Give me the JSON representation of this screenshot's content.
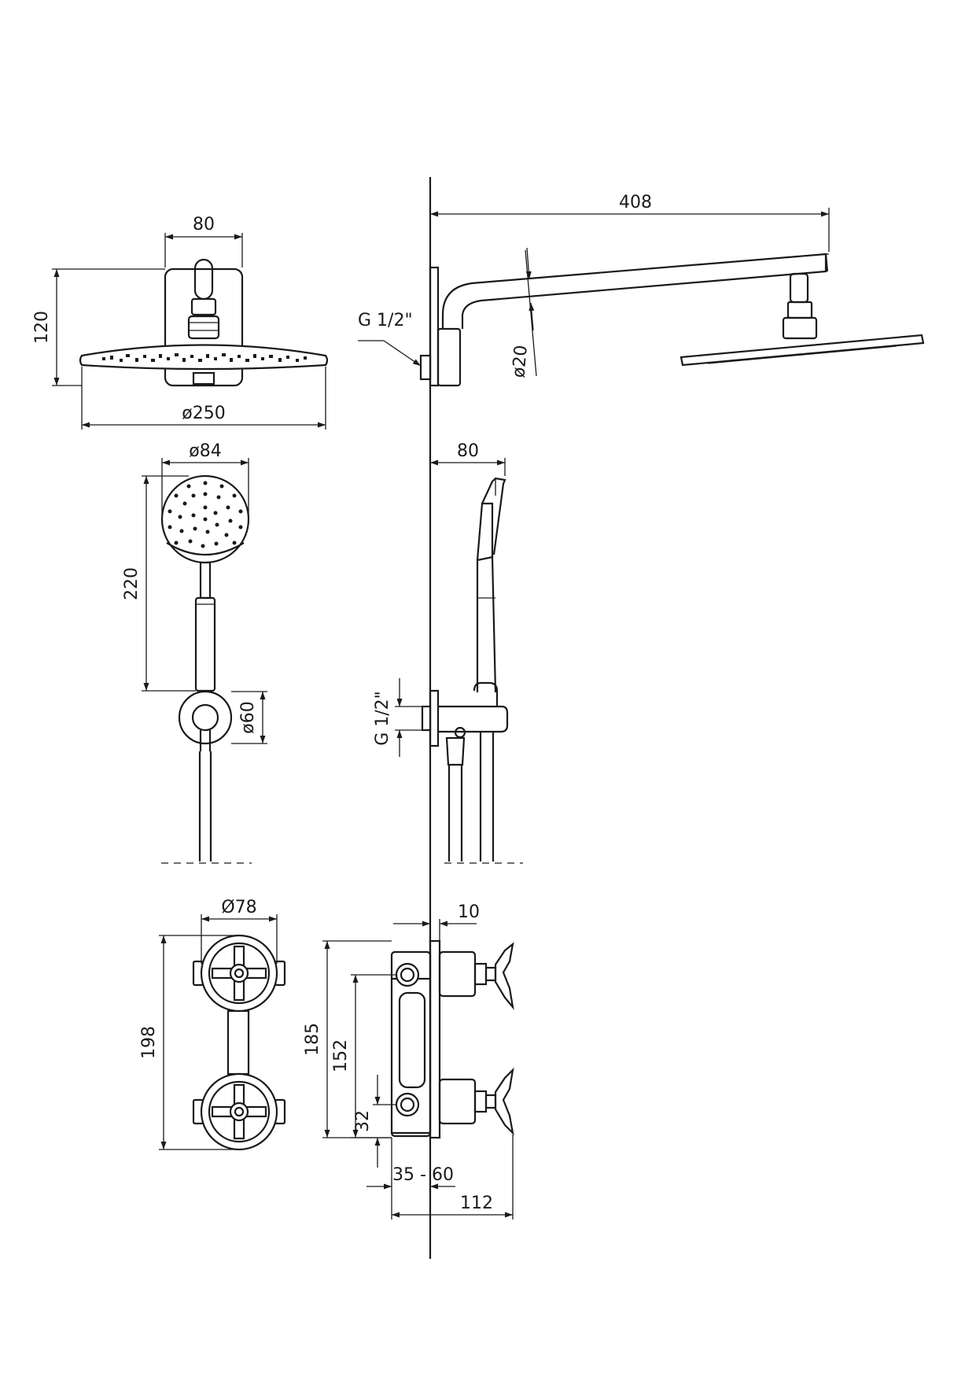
{
  "dimensions": {
    "head_plate_width": "80",
    "head_height": "120",
    "head_diameter": "ø250",
    "arm_length": "408",
    "arm_thread": "G 1/2\"",
    "arm_pipe_diameter": "ø20",
    "hand_diameter": "ø84",
    "hand_length": "220",
    "holder_diameter": "ø60",
    "holder_depth": "80",
    "holder_thread": "G 1/2\"",
    "valve_rosette": "Ø78",
    "valve_height": "198",
    "valve_offset": "10",
    "valve_body_height": "185",
    "valve_spacing": "152",
    "valve_bottom": "32",
    "valve_depth_range": "35 - 60",
    "valve_total_depth": "112"
  }
}
